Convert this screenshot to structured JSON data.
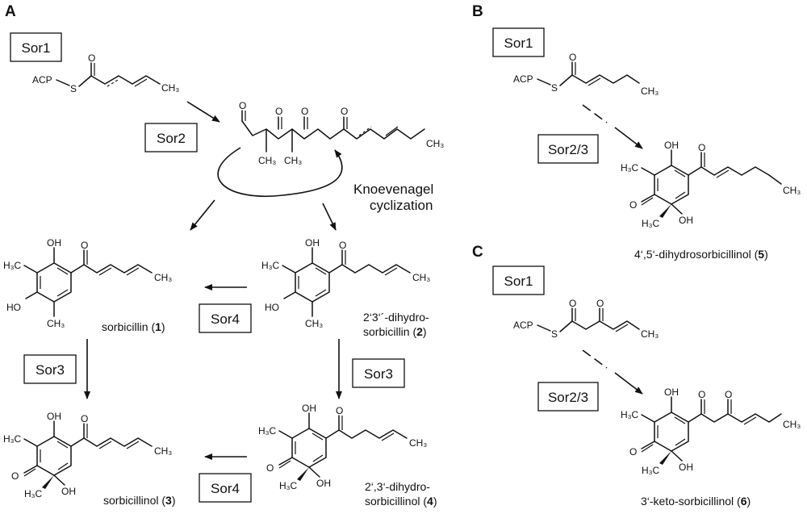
{
  "panels": {
    "a": "A",
    "b": "B",
    "c": "C"
  },
  "enzymes": {
    "a_sor1": "Sor1",
    "a_sor2": "Sor2",
    "a_sor4_top": "Sor4",
    "a_sor3_left": "Sor3",
    "a_sor3_right": "Sor3",
    "a_sor4_bottom": "Sor4",
    "b_sor1": "Sor1",
    "b_sor23": "Sor2/3",
    "c_sor1": "Sor1",
    "c_sor23": "Sor2/3"
  },
  "annotations": {
    "knoevenagel_1": "Knoevenagel",
    "knoevenagel_2": "cyclization"
  },
  "compounds": {
    "sorbicillin": {
      "name": "sorbicillin (",
      "num": "1",
      "close": ")"
    },
    "dihydrosorbicillin": {
      "line1": "2‘3‘´-dihydro-",
      "line2": "sorbicillin (",
      "num": "2",
      "close": ")"
    },
    "sorbicillinol": {
      "name": "sorbicillinol (",
      "num": "3",
      "close": ")"
    },
    "dihydrosorbicillinol": {
      "line1": "2‘,3‘-dihydro-",
      "line2": "sorbicillinol (",
      "num": "4",
      "close": ")"
    },
    "dihydrosorbicillinol_45": {
      "name": "4‘,5‘-dihydrosorbicillinol (",
      "num": "5",
      "close": ")"
    },
    "keto_sorbicillinol": {
      "name": "3‘-keto-sorbicillinol (",
      "num": "6",
      "close": ")"
    }
  },
  "atoms": {
    "acp": "ACP",
    "s": "S",
    "o": "O",
    "oh": "OH",
    "ho": "HO",
    "ch3": "CH₃",
    "h3c": "H₃C"
  }
}
